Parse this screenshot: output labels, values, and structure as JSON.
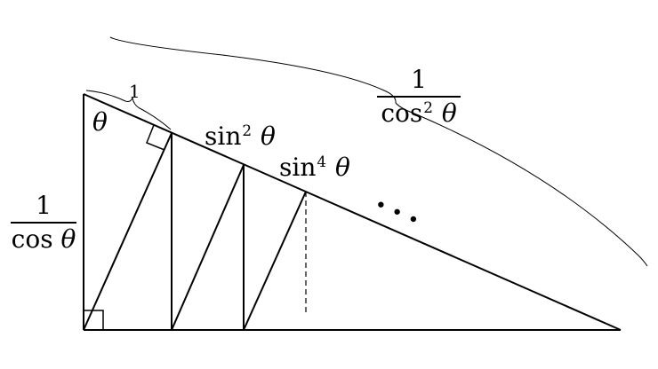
{
  "labels": {
    "theta": "θ",
    "one": "1",
    "frac_left": {
      "numerator": "1",
      "den_fn": "cos",
      "den_var": "θ"
    },
    "frac_top": {
      "numerator": "1",
      "den_fn": "cos",
      "den_power": "2",
      "den_var": "θ"
    },
    "sin2": {
      "fn": "sin",
      "power": "2",
      "var": "θ"
    },
    "sin4": {
      "fn": "sin",
      "power": "4",
      "var": "θ"
    },
    "dots": "• • •"
  }
}
